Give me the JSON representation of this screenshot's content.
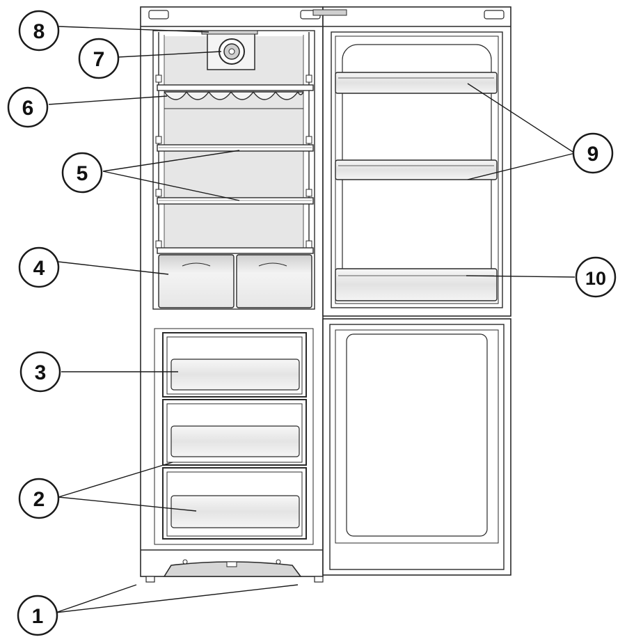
{
  "callouts": [
    {
      "id": "c1",
      "label": "1"
    },
    {
      "id": "c2",
      "label": "2"
    },
    {
      "id": "c3",
      "label": "3"
    },
    {
      "id": "c4",
      "label": "4"
    },
    {
      "id": "c5",
      "label": "5"
    },
    {
      "id": "c6",
      "label": "6"
    },
    {
      "id": "c7",
      "label": "7"
    },
    {
      "id": "c8",
      "label": "8"
    },
    {
      "id": "c9",
      "label": "9"
    },
    {
      "id": "c10",
      "label": "10"
    }
  ],
  "colors": {
    "outline": "#2a2a2a",
    "interior": "#e4e4e4",
    "drawer": "#d9d9d9",
    "glass": "#f2f2f2",
    "callout_fill": "#ffffff"
  }
}
